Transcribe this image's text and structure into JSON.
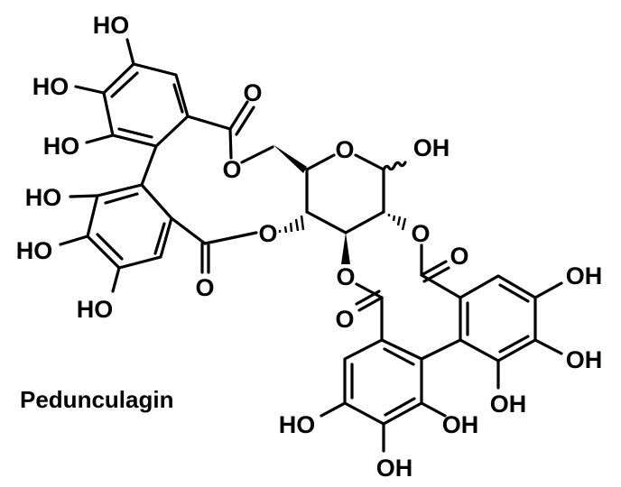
{
  "compound": {
    "name": "Pedunculagin"
  },
  "labels": {
    "ringA_oh_top": "HO",
    "ringA_oh_mid": "HO",
    "ringA_oh_low": "HO",
    "ringB_oh_top": "HO",
    "ringB_oh_mid": "HO",
    "ringB_oh_low": "HO",
    "esterA_carbonyl_o": "O",
    "esterA_ring_o": "O",
    "esterB_carbonyl_o": "O",
    "esterB_ring_o": "O",
    "sugar_ring_o": "O",
    "anomeric_oh": "OH",
    "sugar_o3": "O",
    "sugar_o2": "O",
    "esterC_carbonyl_o": "O",
    "esterD_carbonyl_o": "O",
    "ringC_oh_top": "OH",
    "ringC_oh_mid": "OH",
    "ringC_oh_low": "OH",
    "ringD_oh_left": "HO",
    "ringD_oh_bottom": "OH",
    "ringD_oh_right": "OH"
  },
  "colors": {
    "ink": "#000000",
    "background": "#ffffff"
  }
}
